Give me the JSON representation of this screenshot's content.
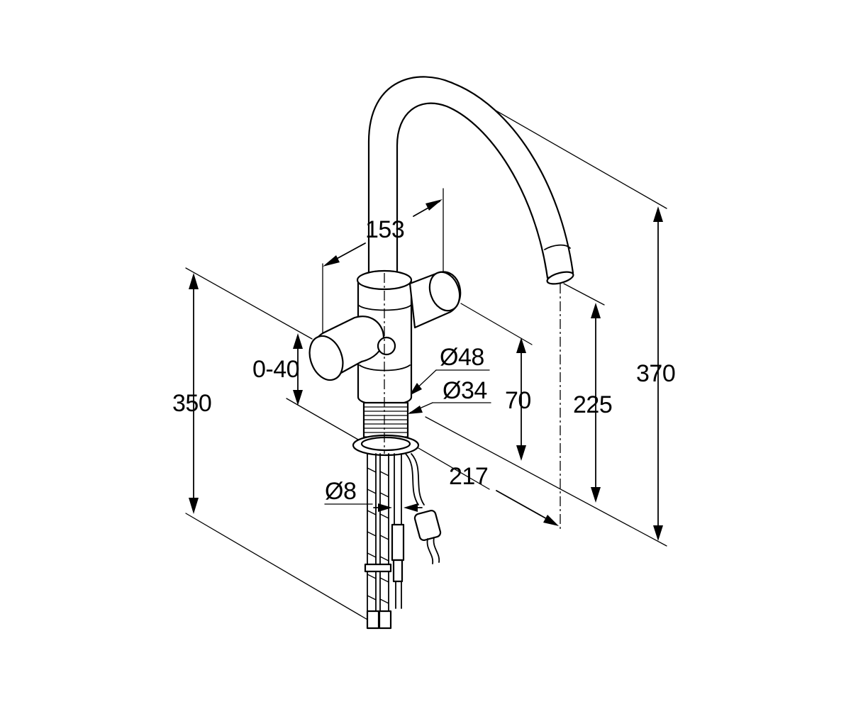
{
  "dimensions": {
    "handle_span": "153",
    "spout_height_total": "370",
    "spout_outlet_height": "225",
    "body_height": "70",
    "handle_swivel_range": "0-40",
    "overall_depth": "350",
    "spout_reach": "217",
    "body_diameter": "Ø48",
    "shank_diameter": "Ø34",
    "hose_diameter": "Ø8"
  }
}
